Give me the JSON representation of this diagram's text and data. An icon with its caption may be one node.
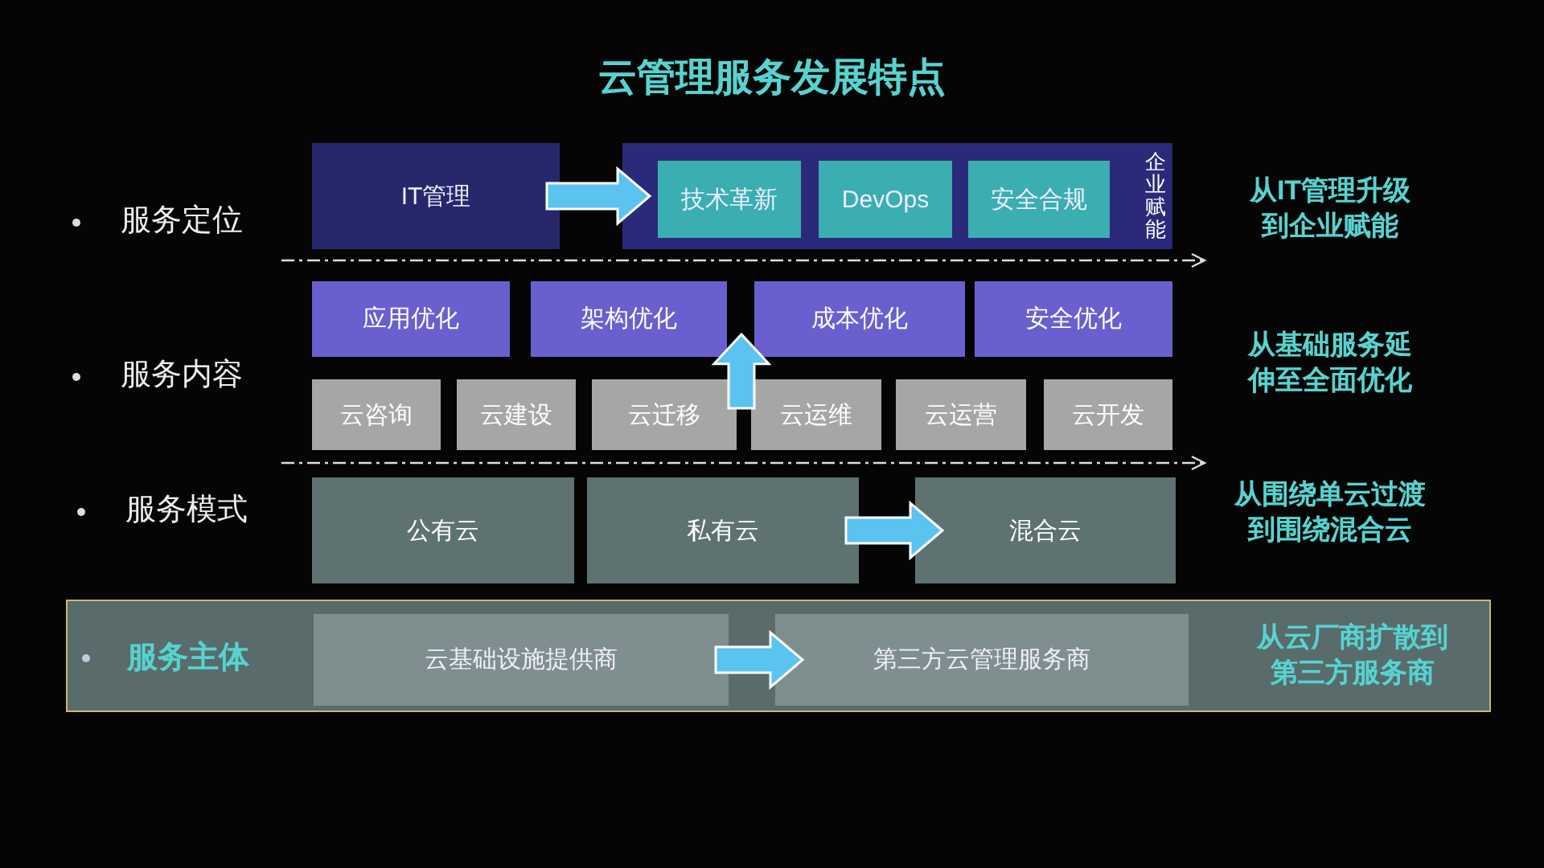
{
  "diagram": {
    "title": "云管理服务发展特点",
    "nodes": [
      {
        "text": [
          "IT管理"
        ]
      },
      {
        "text": [
          "企业赋能"
        ]
      },
      {
        "text": [
          "技术革新"
        ],
        "in": 1
      },
      {
        "text": [
          "DevOps"
        ],
        "in": 1
      },
      {
        "text": [
          "安全合规"
        ],
        "in": 1
      },
      {
        "text": [
          "应用优化"
        ]
      },
      {
        "text": [
          "架构优化"
        ]
      },
      {
        "text": [
          "成本优化"
        ]
      },
      {
        "text": [
          "安全优化"
        ]
      },
      {
        "text": [
          "云咨询"
        ]
      },
      {
        "text": [
          "云建设"
        ]
      },
      {
        "text": [
          "云迁移"
        ]
      },
      {
        "text": [
          "云运维"
        ]
      },
      {
        "text": [
          "云运营"
        ]
      },
      {
        "text": [
          "云开发"
        ]
      },
      {
        "text": [
          "公有云"
        ]
      },
      {
        "text": [
          "私有云"
        ]
      },
      {
        "text": [
          "混合云"
        ]
      },
      {
        "text": [
          "服务主体",
          "从云厂商扩散到第三方服务商"
        ]
      },
      {
        "text": [
          "云基础设施提供商"
        ],
        "in": 18
      },
      {
        "text": [
          "第三方云管理服务商"
        ],
        "in": 18
      }
    ],
    "edges": [
      {
        "from": 0,
        "to": 1,
        "arrow": "to"
      },
      {
        "from": 11,
        "to": 6,
        "arrow": "to"
      },
      {
        "from": 16,
        "to": 17,
        "arrow": "to"
      },
      {
        "from": 19,
        "to": 20,
        "arrow": "to"
      }
    ],
    "labels": [
      "服务定位",
      "从IT管理升级到企业赋能",
      "服务内容",
      "从基础服务延伸至全面优化",
      "服务模式",
      "从围绕单云过渡到围绕混合云"
    ]
  }
}
